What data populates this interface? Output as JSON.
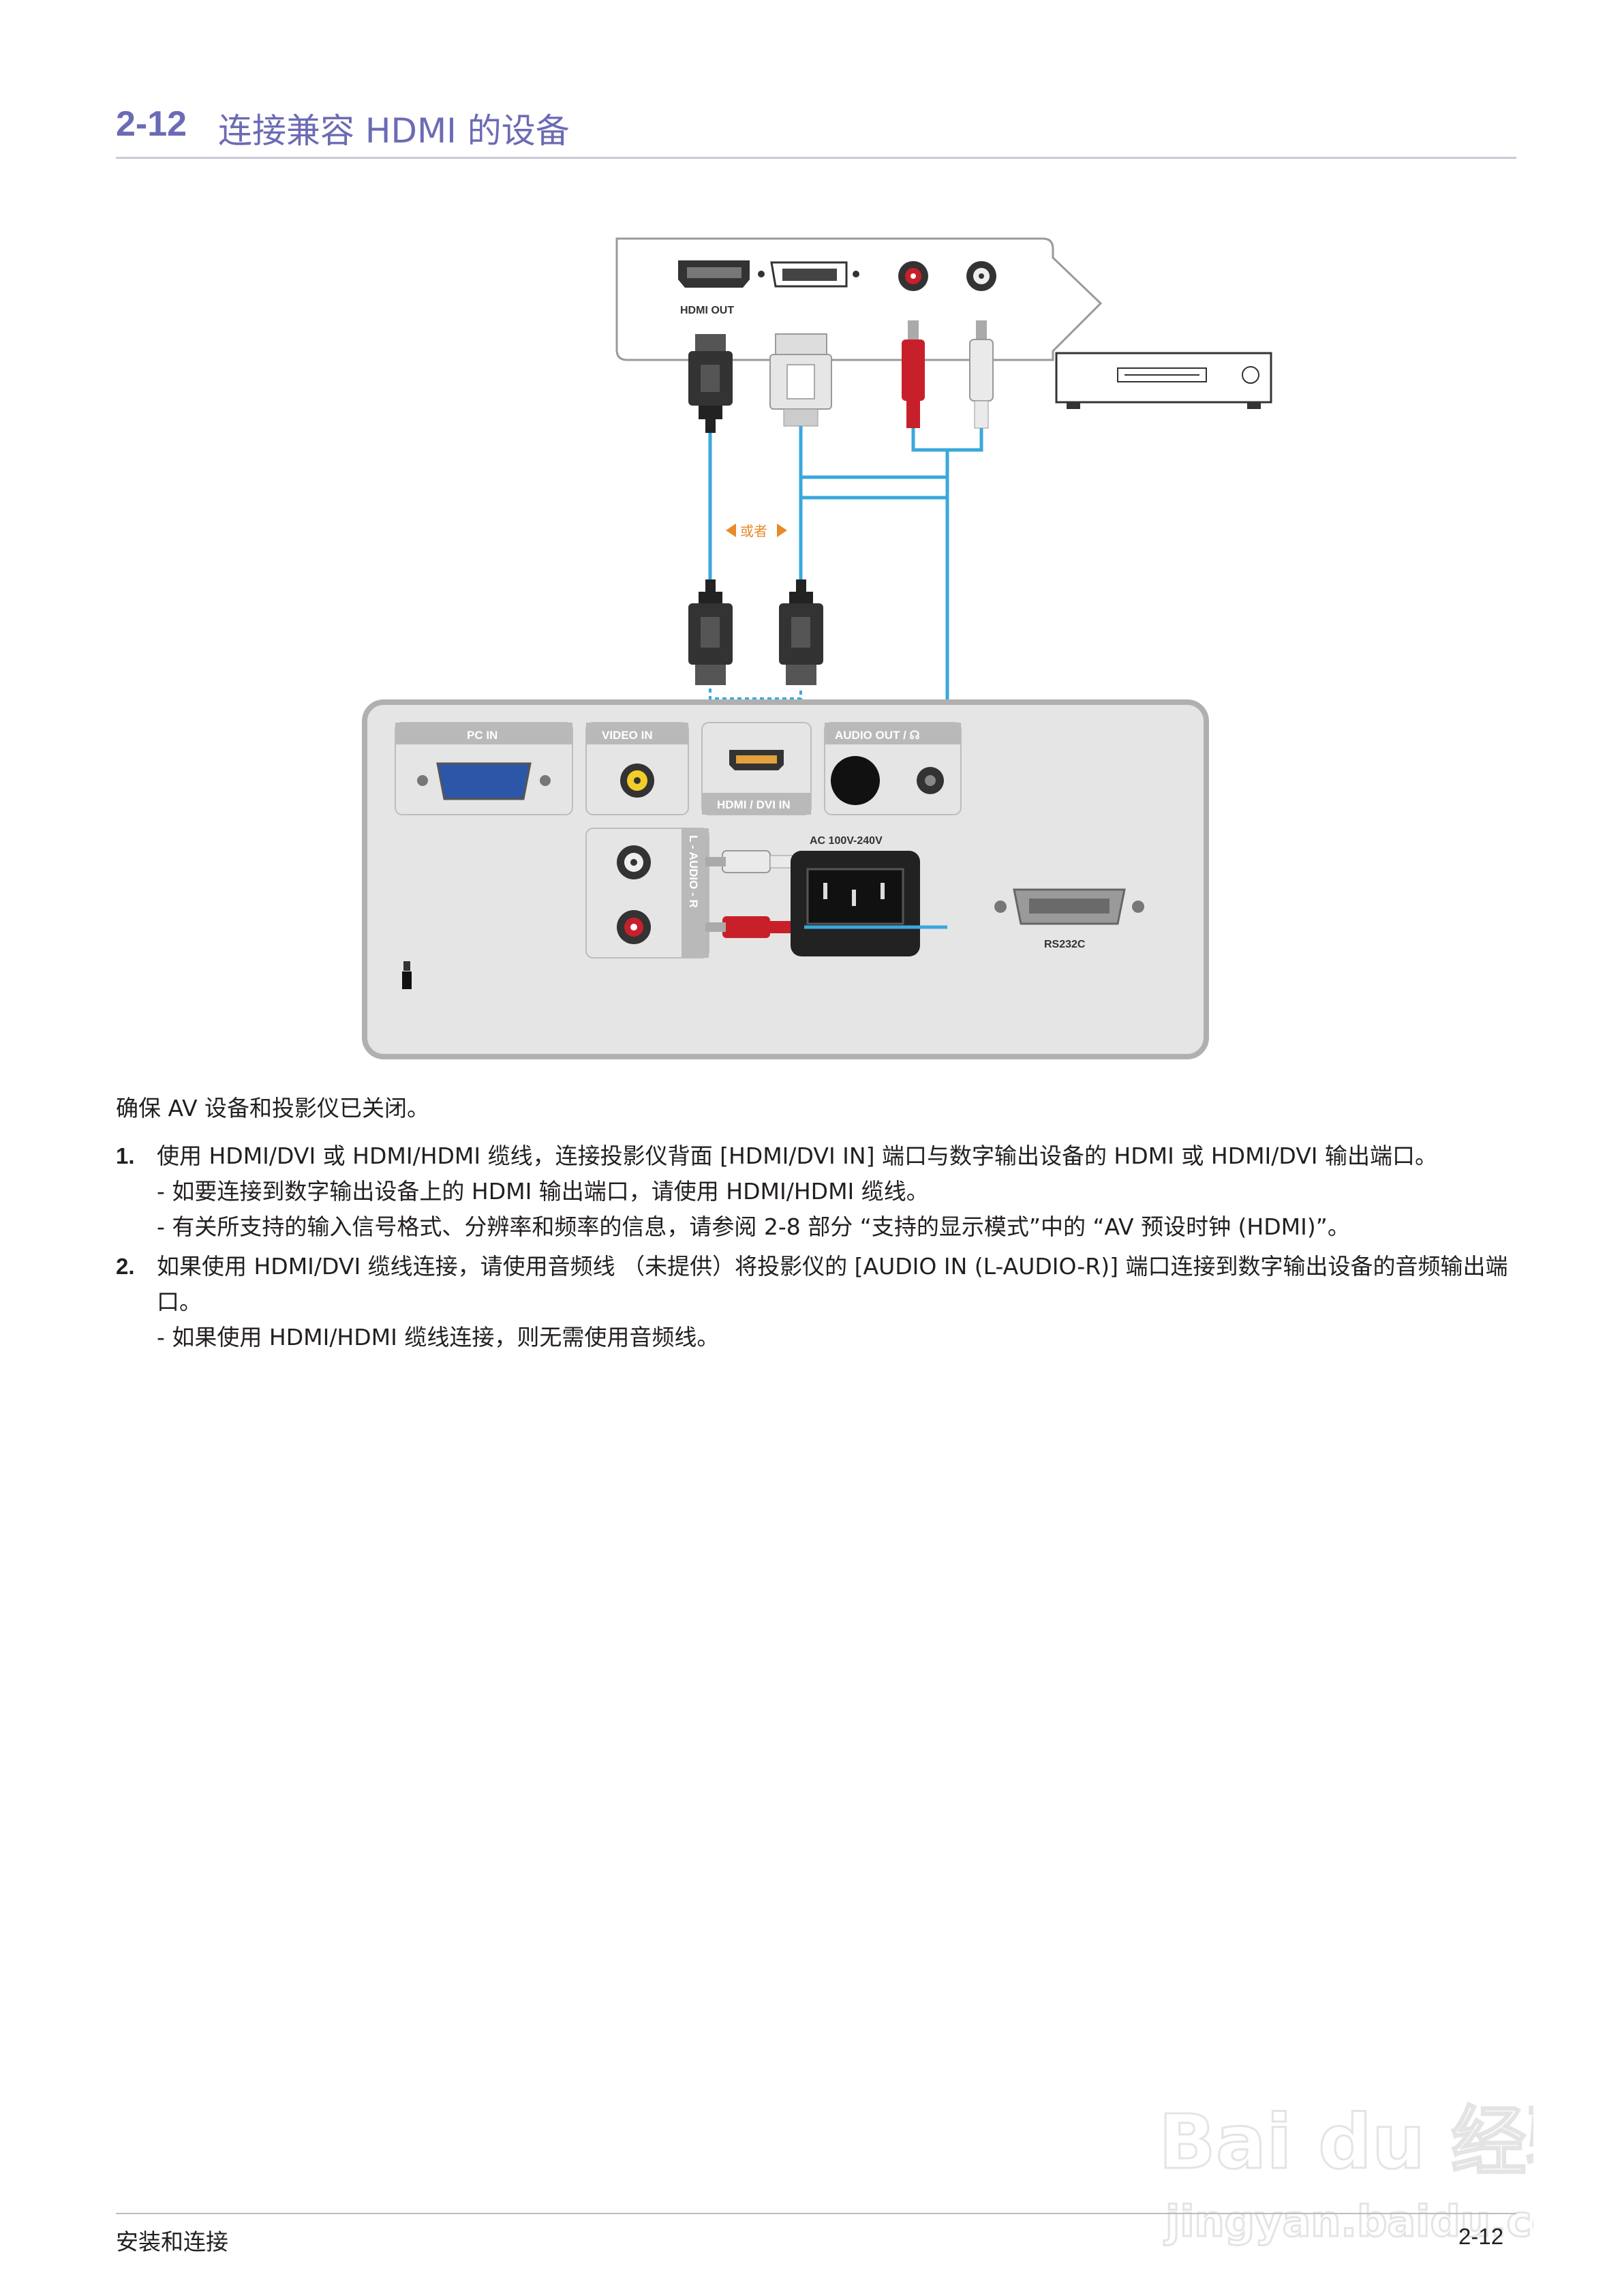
{
  "header": {
    "section_number": "2-12",
    "section_title": "连接兼容 HDMI 的设备"
  },
  "diagram": {
    "source_port_label": "HDMI OUT",
    "or_label": "或者",
    "ports": {
      "pc_in": "PC IN",
      "video_in": "VIDEO IN",
      "hdmi_dvi_in": "HDMI / DVI IN",
      "audio_out": "AUDIO OUT / ☊",
      "audio_in": "L - AUDIO - R",
      "ac": "AC 100V-240V",
      "rs232c": "RS232C"
    },
    "colors": {
      "cable": "#3aa8dc",
      "or_badge": "#e8892b",
      "vga": "#2c56a8",
      "video": "#f2cc2b",
      "red_plug": "#c8202a"
    }
  },
  "intro": "确保 AV 设备和投影仪已关闭。",
  "steps": [
    {
      "number": "1.",
      "text": "使用 HDMI/DVI 或 HDMI/HDMI 缆线，连接投影仪背面 [HDMI/DVI IN] 端口与数字输出设备的 HDMI 或 HDMI/DVI 输出端口。",
      "notes": [
        "- 如要连接到数字输出设备上的 HDMI 输出端口，请使用 HDMI/HDMI 缆线。",
        "- 有关所支持的输入信号格式、分辨率和频率的信息，请参阅 2-8 部分 “支持的显示模式”中的 “AV 预设时钟 (HDMI)”。"
      ]
    },
    {
      "number": "2.",
      "text": "如果使用 HDMI/DVI 缆线连接，请使用音频线 （未提供）将投影仪的 [AUDIO IN (L-AUDIO-R)] 端口连接到数字输出设备的音频输出端口。",
      "notes": [
        "- 如果使用 HDMI/HDMI 缆线连接，则无需使用音频线。"
      ]
    }
  ],
  "footer": {
    "left": "安装和连接",
    "right": "2-12"
  },
  "watermark": {
    "brand": "Bai du 经验",
    "url": "jingyan.baidu.com"
  }
}
